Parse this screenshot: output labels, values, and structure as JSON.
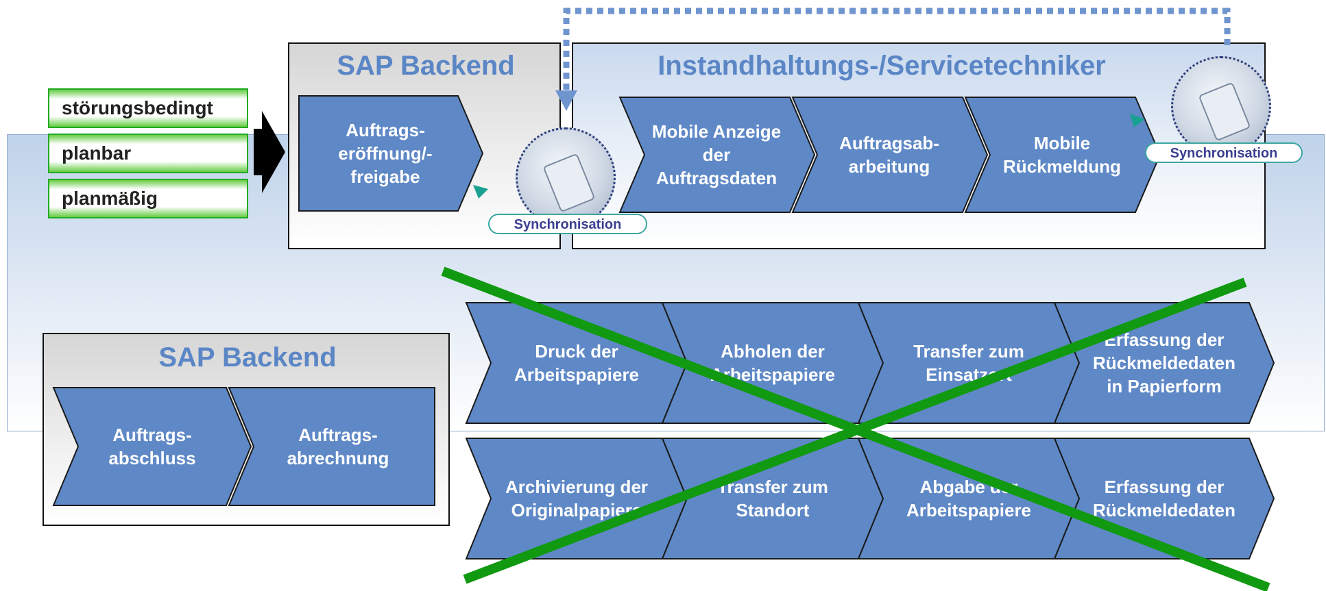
{
  "triggers": [
    "störungsbedingt",
    "planbar",
    "planmäßig"
  ],
  "top_left_panel": {
    "title": "SAP Backend",
    "step": "Auftrags-\neröffnung/-\nfreigabe",
    "sync_label": "Synchronisation"
  },
  "top_right_panel": {
    "title": "Instandhaltungs-/Servicetechniker",
    "steps": [
      "Mobile Anzeige\nder\nAuftragsdaten",
      "Auftragsab-\narbeitung",
      "Mobile\nRückmeldung"
    ],
    "sync_label": "Synchronisation"
  },
  "bottom_left_panel": {
    "title": "SAP Backend",
    "steps": [
      "Auftrags-\nabschluss",
      "Auftrags-\nabrechnung"
    ]
  },
  "old_process_row1": [
    "Druck der\nArbeitspapiere",
    "Abholen der\nArbeitspapiere",
    "Transfer zum\nEinsatzort",
    "Erfassung der\nRückmeldedaten\nin Papierform"
  ],
  "old_process_row2": [
    "Archivierung der\nOriginalpapiere",
    "Transfer zum\nStandort",
    "Abgabe der\nArbeitspapiere",
    "Erfassung der\nRückmeldedaten"
  ],
  "colors": {
    "chevron_fill": "#5f88c6",
    "title_blue": "#5b86c6",
    "cross_green": "#119911",
    "dotted_arrow": "#6f95cf",
    "trigger_border": "#22aa22"
  },
  "icons": [
    "arrow-right-icon",
    "sync-device-icon",
    "sync-arrow-icon",
    "strike-cross-icon"
  ]
}
